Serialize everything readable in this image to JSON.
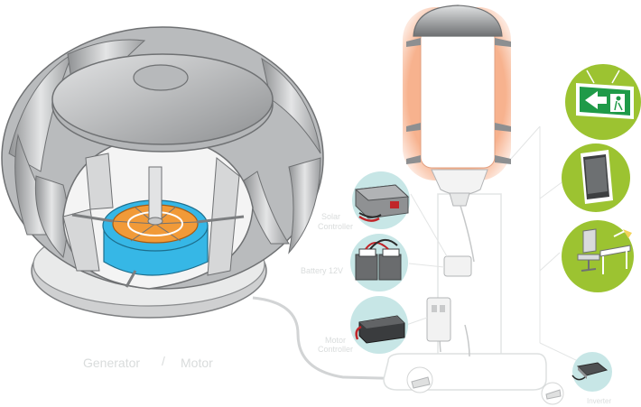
{
  "labels": {
    "generator": "Generator",
    "separator": "/",
    "motor": "Motor",
    "battery": "Battery 12V",
    "solar_controller_1": "Solar",
    "solar_controller_2": "Controller",
    "motor_controller_1": "Motor",
    "motor_controller_2": "Controller",
    "bottom_right": "Inverter"
  },
  "colors": {
    "turbine_gray": "#c9cacb",
    "turbine_dark": "#8d8f91",
    "hub_orange": "#f19a38",
    "ring_blue": "#36b7e6",
    "lamp_glow": "#f7b28e",
    "callout_teal": "#c7e6e6",
    "app_green": "#9cc331"
  },
  "icons": [
    "exit-sign-icon",
    "smartphone-icon",
    "office-desk-icon"
  ]
}
